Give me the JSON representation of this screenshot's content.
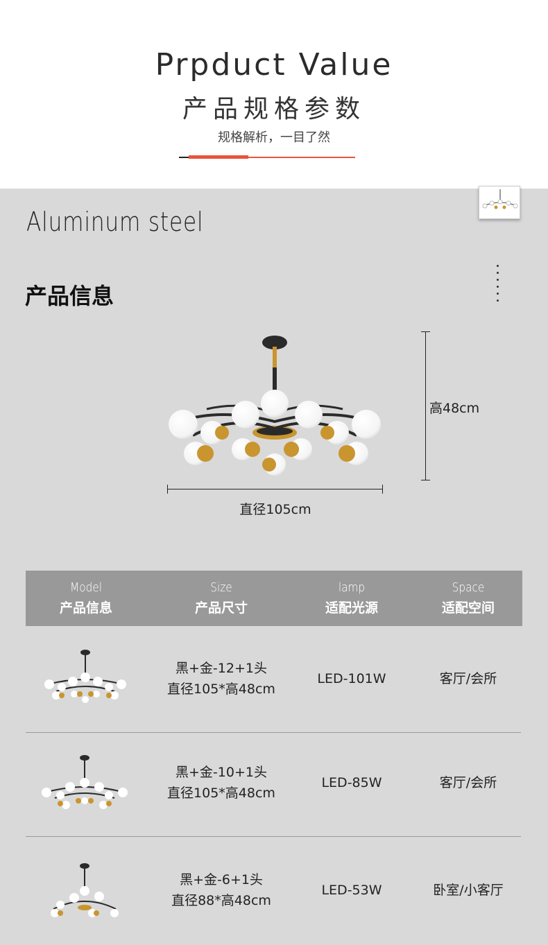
{
  "header": {
    "title": "Prpduct Value",
    "subtitle": "产品规格参数",
    "tagline": "规格解析，一目了然"
  },
  "material": "Aluminum steel",
  "section_title": "产品信息",
  "dimensions": {
    "height_label": "高48cm",
    "diameter_label": "直径105cm"
  },
  "colors": {
    "accent": "#e8543a",
    "table_header": "#999999",
    "gold": "#c9952f",
    "black": "#2a2a2a"
  },
  "table": {
    "columns": [
      {
        "en": "Model",
        "zh": "产品信息"
      },
      {
        "en": "Size",
        "zh": "产品尺寸"
      },
      {
        "en": "lamp",
        "zh": "适配光源"
      },
      {
        "en": "Space",
        "zh": "适配空间"
      }
    ],
    "rows": [
      {
        "size_line1": "黑+金-12+1头",
        "size_line2": "直径105*高48cm",
        "lamp": "LED-101W",
        "space": "客厅/会所"
      },
      {
        "size_line1": "黑+金-10+1头",
        "size_line2": "直径105*高48cm",
        "lamp": "LED-85W",
        "space": "客厅/会所"
      },
      {
        "size_line1": "黑+金-6+1头",
        "size_line2": "直径88*高48cm",
        "lamp": "LED-53W",
        "space": "卧室/小客厅"
      }
    ]
  }
}
